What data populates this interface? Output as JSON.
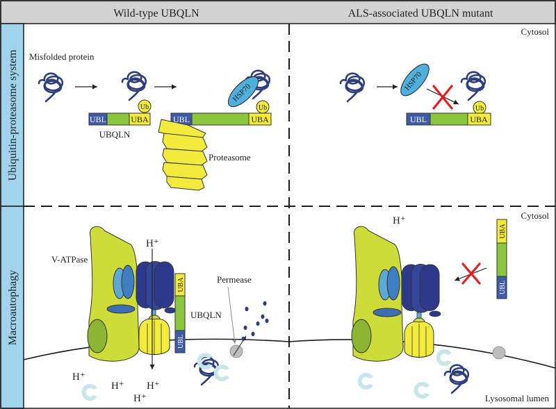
{
  "header": {
    "left": "Wild-type UBQLN",
    "right": "ALS-associated UBQLN mutant"
  },
  "side": {
    "top": "Ubiquitin-proteasome system",
    "bottom": "Macroautophagy"
  },
  "ups": {
    "misfolded_label": "Misfolded protein",
    "ubl": "UBL",
    "uba": "UBA",
    "ub": "Ub",
    "ubqln_label": "UBQLN",
    "hsp70": "HSP70",
    "proteasome_label": "Proteasome",
    "cytosol": "Cytosol"
  },
  "autophagy": {
    "vatpase_label": "V-ATPase",
    "ubqln_label": "UBQLN",
    "permease_label": "Permease",
    "ubl": "UBL",
    "uba": "UBA",
    "h_plus": "H⁺",
    "cytosol": "Cytosol",
    "lumen": "Lysosomal lumen"
  },
  "colors": {
    "panel_border": "#1a1a1a",
    "header_bg": "#d3d3d3",
    "side_bg": "#9fd4ec",
    "ubl_blue": "#3f5aa6",
    "green": "#8cc63f",
    "yellow": "#f2ea3d",
    "vatpase": "#cddc39",
    "navy": "#2d3a8c",
    "light_blue": "#5ea8d4",
    "protein": "#2f3f7e",
    "red": "#e02020",
    "hsp_blue": "#4fb0dd"
  }
}
